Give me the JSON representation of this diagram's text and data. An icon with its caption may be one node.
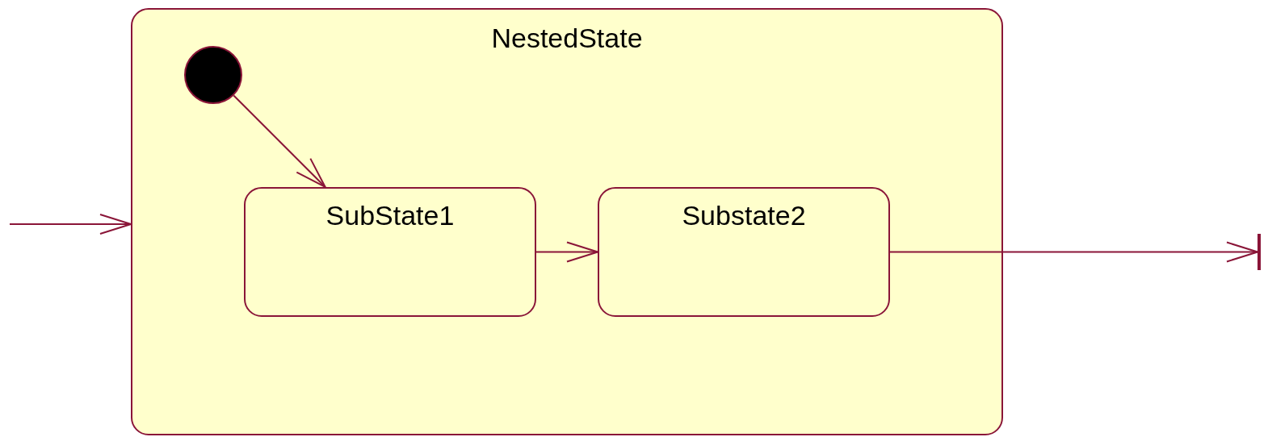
{
  "diagram": {
    "nodes": [
      {
        "text": [
          "NestedState"
        ]
      },
      {
        "text": [],
        "shape": "circle",
        "in": 0
      },
      {
        "text": [
          "SubState1"
        ],
        "in": 0
      },
      {
        "text": [
          "Substate2"
        ],
        "in": 0
      },
      {
        "text": [],
        "shape": "bar"
      }
    ],
    "edges": [
      {
        "from": null,
        "to": 0,
        "arrow": "to"
      },
      {
        "from": 1,
        "to": 2,
        "arrow": "to"
      },
      {
        "from": 2,
        "to": 3,
        "arrow": "to"
      },
      {
        "from": 3,
        "to": 4,
        "arrow": "to"
      }
    ]
  }
}
